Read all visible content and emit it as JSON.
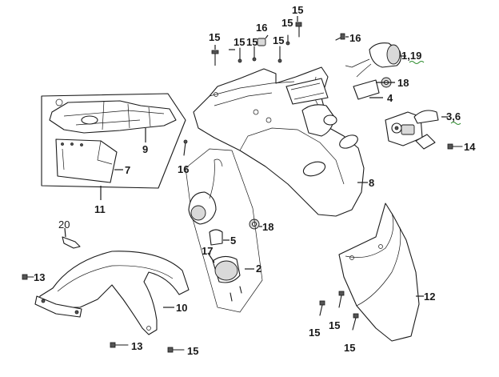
{
  "callouts": {
    "c1_19": "1,19",
    "c2": "2",
    "c3_6": "3,6",
    "c4": "4",
    "c5": "5",
    "c7": "7",
    "c8": "8",
    "c9": "9",
    "c10": "10",
    "c11": "11",
    "c12": "12",
    "c13a": "13",
    "c13b": "13",
    "c14": "14",
    "c15a": "15",
    "c15b": "15",
    "c15c": "15",
    "c15d": "15",
    "c15e": "15",
    "c15f": "15",
    "c15g": "15",
    "c15h": "15",
    "c15i": "15",
    "c15j": "15",
    "c16a": "16",
    "c16b": "16",
    "c16c": "16",
    "c17": "17",
    "c18a": "18",
    "c18b": "18",
    "c20": "20"
  },
  "colors": {
    "line": "#1a1a1a",
    "background": "#ffffff",
    "underline_mark": "#2a8a2a"
  }
}
